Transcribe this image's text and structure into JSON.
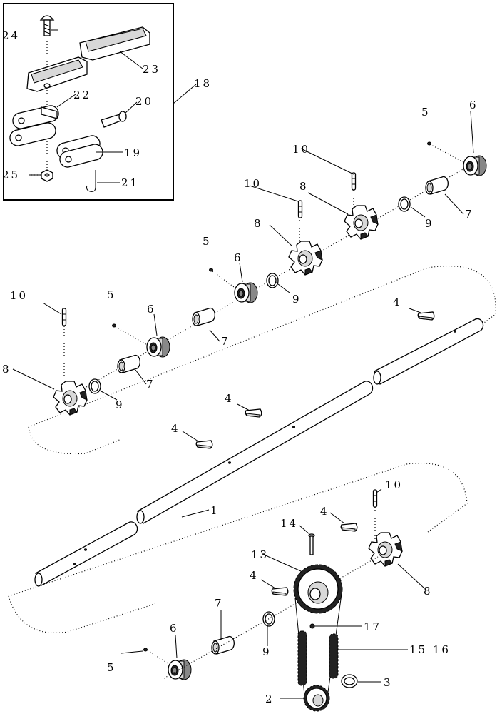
{
  "labels": {
    "l1": "1",
    "l2": "2",
    "l3": "3",
    "l4a": "4",
    "l4b": "4",
    "l4c": "4",
    "l4d": "4",
    "l4e": "4",
    "l5a": "5",
    "l5b": "5",
    "l5c": "5",
    "l5d": "5",
    "l6a": "6",
    "l6b": "6",
    "l6c": "6",
    "l6d": "6",
    "l7a": "7",
    "l7b": "7",
    "l7c": "7",
    "l7d": "7",
    "l8a": "8",
    "l8b": "8",
    "l8c": "8",
    "l8d": "8",
    "l9a": "9",
    "l9b": "9",
    "l9c": "9",
    "l9d": "9",
    "l10a": "10",
    "l10b": "10",
    "l10c": "10",
    "l10d": "10",
    "l13": "13",
    "l14": "14",
    "l1516": "15 16",
    "l17": "17",
    "l18": "18",
    "l19": "19",
    "l20": "20",
    "l21": "21",
    "l22": "22",
    "l23": "23",
    "l24": "24",
    "l25": "25"
  }
}
